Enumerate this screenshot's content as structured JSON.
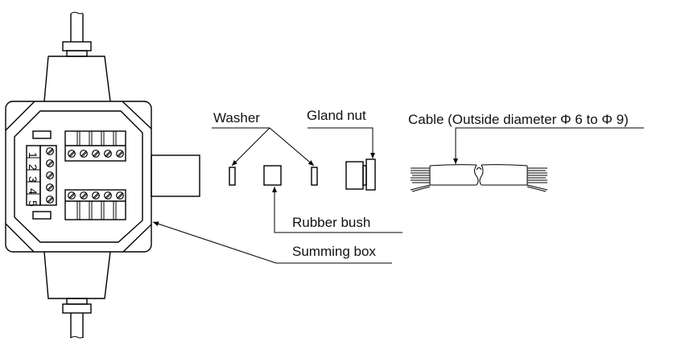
{
  "labels": {
    "washer": "Washer",
    "gland_nut": "Gland nut",
    "cable": "Cable (Outside diameter Φ 6 to Φ 9)",
    "rubber_bush": "Rubber bush",
    "summing_box": "Summing box"
  },
  "terminal_numbers": [
    "1",
    "2",
    "3",
    "4",
    "5"
  ],
  "line_color": "#000000",
  "background": "#ffffff"
}
